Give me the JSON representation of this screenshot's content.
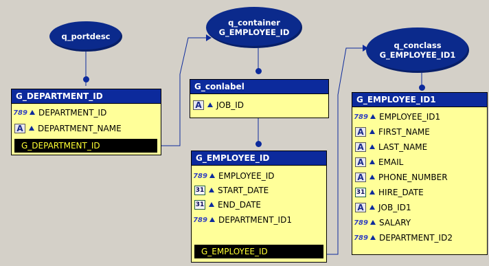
{
  "queries": {
    "portdesc": {
      "lines": [
        "q_portdesc"
      ]
    },
    "container": {
      "lines": [
        "q_container",
        "G_EMPLOYEE_ID"
      ]
    },
    "conclass": {
      "lines": [
        "q_conclass",
        "G_EMPLOYEE_ID1"
      ]
    }
  },
  "groups": {
    "department": {
      "title": "G_DEPARTMENT_ID",
      "columns": [
        {
          "icon": "numeric-icon",
          "icon_text": "789",
          "label": "DEPARTMENT_ID"
        },
        {
          "icon": "character-icon",
          "icon_text": "A",
          "label": "DEPARTMENT_NAME"
        }
      ],
      "summary": "G_DEPARTMENT_ID"
    },
    "conlabel": {
      "title": "G_conlabel",
      "columns": [
        {
          "icon": "character-icon",
          "icon_text": "A",
          "label": "JOB_ID"
        }
      ]
    },
    "employee": {
      "title": "G_EMPLOYEE_ID",
      "columns": [
        {
          "icon": "numeric-icon",
          "icon_text": "789",
          "label": "EMPLOYEE_ID"
        },
        {
          "icon": "date-icon",
          "icon_text": "31",
          "label": "START_DATE"
        },
        {
          "icon": "date-icon",
          "icon_text": "31",
          "label": "END_DATE"
        },
        {
          "icon": "numeric-icon",
          "icon_text": "789",
          "label": "DEPARTMENT_ID1"
        }
      ],
      "summary": "G_EMPLOYEE_ID"
    },
    "employee1": {
      "title": "G_EMPLOYEE_ID1",
      "columns": [
        {
          "icon": "numeric-icon",
          "icon_text": "789",
          "label": "EMPLOYEE_ID1"
        },
        {
          "icon": "character-icon",
          "icon_text": "A",
          "label": "FIRST_NAME"
        },
        {
          "icon": "character-icon",
          "icon_text": "A",
          "label": "LAST_NAME"
        },
        {
          "icon": "character-icon",
          "icon_text": "A",
          "label": "EMAIL"
        },
        {
          "icon": "character-icon",
          "icon_text": "A",
          "label": "PHONE_NUMBER"
        },
        {
          "icon": "date-icon",
          "icon_text": "31",
          "label": "HIRE_DATE"
        },
        {
          "icon": "character-icon",
          "icon_text": "A",
          "label": "JOB_ID1"
        },
        {
          "icon": "numeric-icon",
          "icon_text": "789",
          "label": "SALARY"
        },
        {
          "icon": "numeric-icon",
          "icon_text": "789",
          "label": "DEPARTMENT_ID2"
        }
      ]
    }
  },
  "colors": {
    "background": "#d4d0c8",
    "header": "#0c2a9c",
    "body": "#ffff99",
    "summary_bg": "#000000",
    "summary_text": "#ffff33"
  }
}
